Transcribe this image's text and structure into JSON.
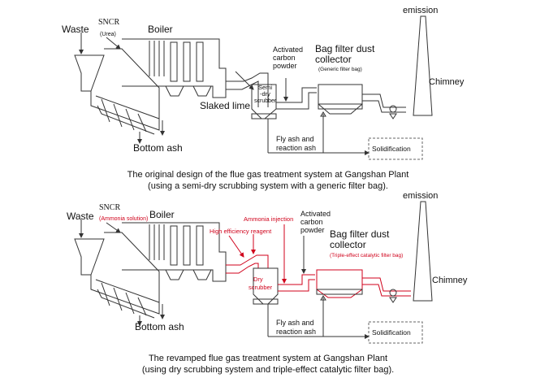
{
  "colors": {
    "line": "#333333",
    "highlight": "#d0021b",
    "text": "#111111"
  },
  "top": {
    "waste": "Waste",
    "sncr": "SNCR",
    "sncr_sub": "(Urea)",
    "boiler": "Boiler",
    "activated_carbon": [
      "Activated",
      "carbon",
      "powder"
    ],
    "bag_filter": [
      "Bag filter dust",
      "collector"
    ],
    "bag_filter_sub": "(Generic filter bag)",
    "emission": "emission",
    "chimney": "Chimney",
    "scrubber": [
      "Semi",
      "-dry",
      "scrubber"
    ],
    "slaked_lime": "Slaked lime",
    "fly_ash": [
      "Fly ash and",
      "reaction ash"
    ],
    "solidification": "Solidification",
    "bottom_ash": "Bottom ash",
    "caption": [
      "The original design of the flue gas treatment system at Gangshan Plant",
      "(using a semi-dry scrubbing system with a generic filter bag)."
    ]
  },
  "bottom": {
    "waste": "Waste",
    "sncr": "SNCR",
    "sncr_sub": "(Ammonia solution)",
    "boiler": "Boiler",
    "ammonia_injection": "Ammonia injection",
    "high_eff": "High efficiency reagent",
    "activated_carbon": [
      "Activated",
      "carbon",
      "powder"
    ],
    "bag_filter": [
      "Bag filter dust",
      "collector"
    ],
    "bag_filter_sub": "(Triple-effect catalytic filter bag)",
    "emission": "emission",
    "chimney": "Chimney",
    "scrubber": [
      "Dry",
      "scrubber"
    ],
    "fly_ash": [
      "Fly ash and",
      "reaction ash"
    ],
    "solidification": "Solidification",
    "bottom_ash": "Bottom ash",
    "caption": [
      "The revamped flue gas treatment system at Gangshan Plant",
      "(using dry scrubbing system and triple-effect catalytic filter bag)."
    ]
  }
}
